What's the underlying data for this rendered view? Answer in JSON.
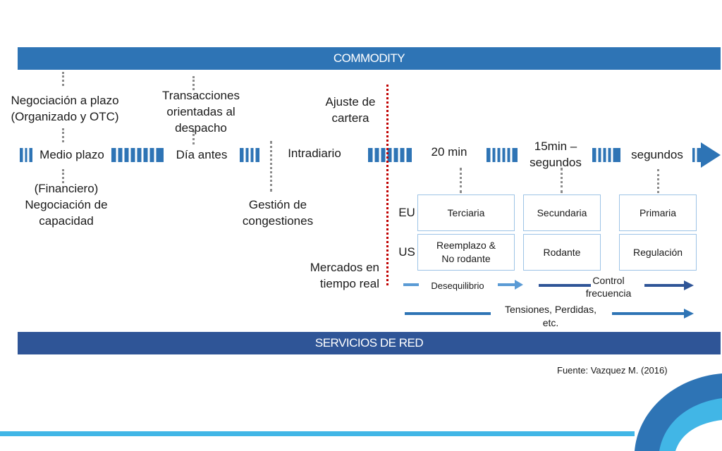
{
  "bands": {
    "top": "COMMODITY",
    "bottom": "SERVICIOS DE RED"
  },
  "timeline": {
    "medio_plazo": "Medio plazo",
    "dia_antes": "Día antes",
    "intradiario": "Intradiario",
    "min20": "20 min",
    "min15_l1": "15min –",
    "min15_l2": "segundos",
    "segundos": "segundos"
  },
  "upper": {
    "negociacion_l1": "Negociación a plazo",
    "negociacion_l2": "(Organizado y OTC)",
    "transacciones_l1": "Transacciones",
    "transacciones_l2": "orientadas al",
    "transacciones_l3": "despacho",
    "ajuste_l1": "Ajuste de",
    "ajuste_l2": "cartera"
  },
  "lower": {
    "financiero_l1": "(Financiero)",
    "financiero_l2": "Negociación de",
    "financiero_l3": "capacidad",
    "gestion_l1": "Gestión de",
    "gestion_l2": "congestiones",
    "mercados_l1": "Mercados en",
    "mercados_l2": "tiempo real"
  },
  "regions": {
    "eu": "EU",
    "us": "US"
  },
  "boxes": {
    "terciaria": "Terciaria",
    "secundaria": "Secundaria",
    "primaria": "Primaria",
    "reemplazo_l1": "Reemplazo &",
    "reemplazo_l2": "No rodante",
    "rodante": "Rodante",
    "regulacion": "Regulación"
  },
  "arrows": {
    "desequilibrio": "Desequilibrio",
    "control_l1": "Control",
    "control_l2": "frecuencia",
    "tensiones_l1": "Tensiones, Perdidas,",
    "tensiones_l2": "etc."
  },
  "source": "Fuente: Vazquez M. (2016)",
  "colors": {
    "dark_blue": "#2f5597",
    "mid_blue": "#2e74b5",
    "light_blue": "#5b9bd5",
    "accent_cyan": "#41b6e6",
    "red_dotted": "#c00000"
  }
}
